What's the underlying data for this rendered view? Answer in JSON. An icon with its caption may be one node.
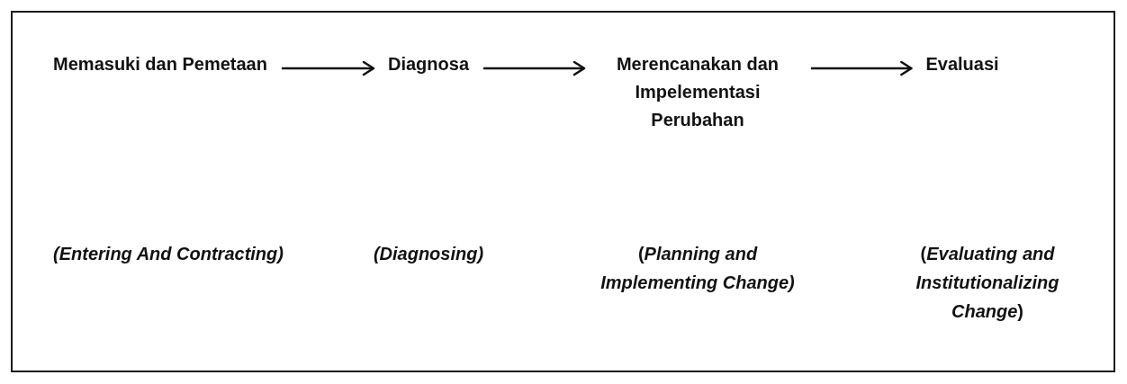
{
  "diagram": {
    "nodes": [
      {
        "text": [],
        "shape": "box"
      },
      {
        "text": [
          "Memasuki dan Pemetaan"
        ],
        "in": 0
      },
      {
        "text": [
          "Diagnosa"
        ],
        "in": 0
      },
      {
        "text": [
          "Merencanakan dan Impelementasi Perubahan"
        ],
        "in": 0
      },
      {
        "text": [
          "Evaluasi"
        ],
        "in": 0
      }
    ],
    "edges": [
      {
        "from": 1,
        "to": 2,
        "arrow": "to"
      },
      {
        "from": 2,
        "to": 3,
        "arrow": "to"
      },
      {
        "from": 3,
        "to": 4,
        "arrow": "to"
      }
    ],
    "labels": [
      "(Entering And Contracting)",
      "(Diagnosing)",
      "(*Planning and Implementing Change)*",
      "(*Evaluating and Institutionalizing Change*)"
    ]
  }
}
